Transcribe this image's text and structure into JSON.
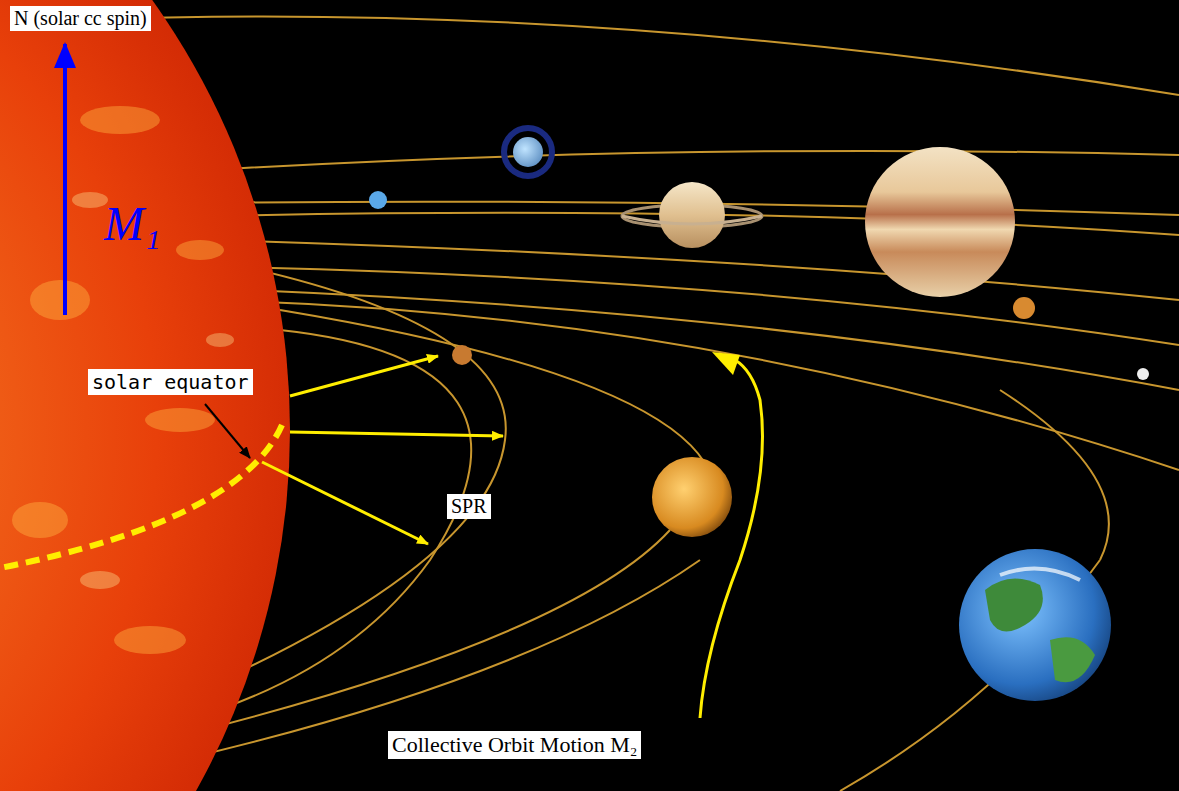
{
  "diagram": {
    "labels": [
      "N (solar cc spin)",
      "M₁",
      "solar equator",
      "SPR",
      "Collective Orbit Motion M₂"
    ]
  }
}
